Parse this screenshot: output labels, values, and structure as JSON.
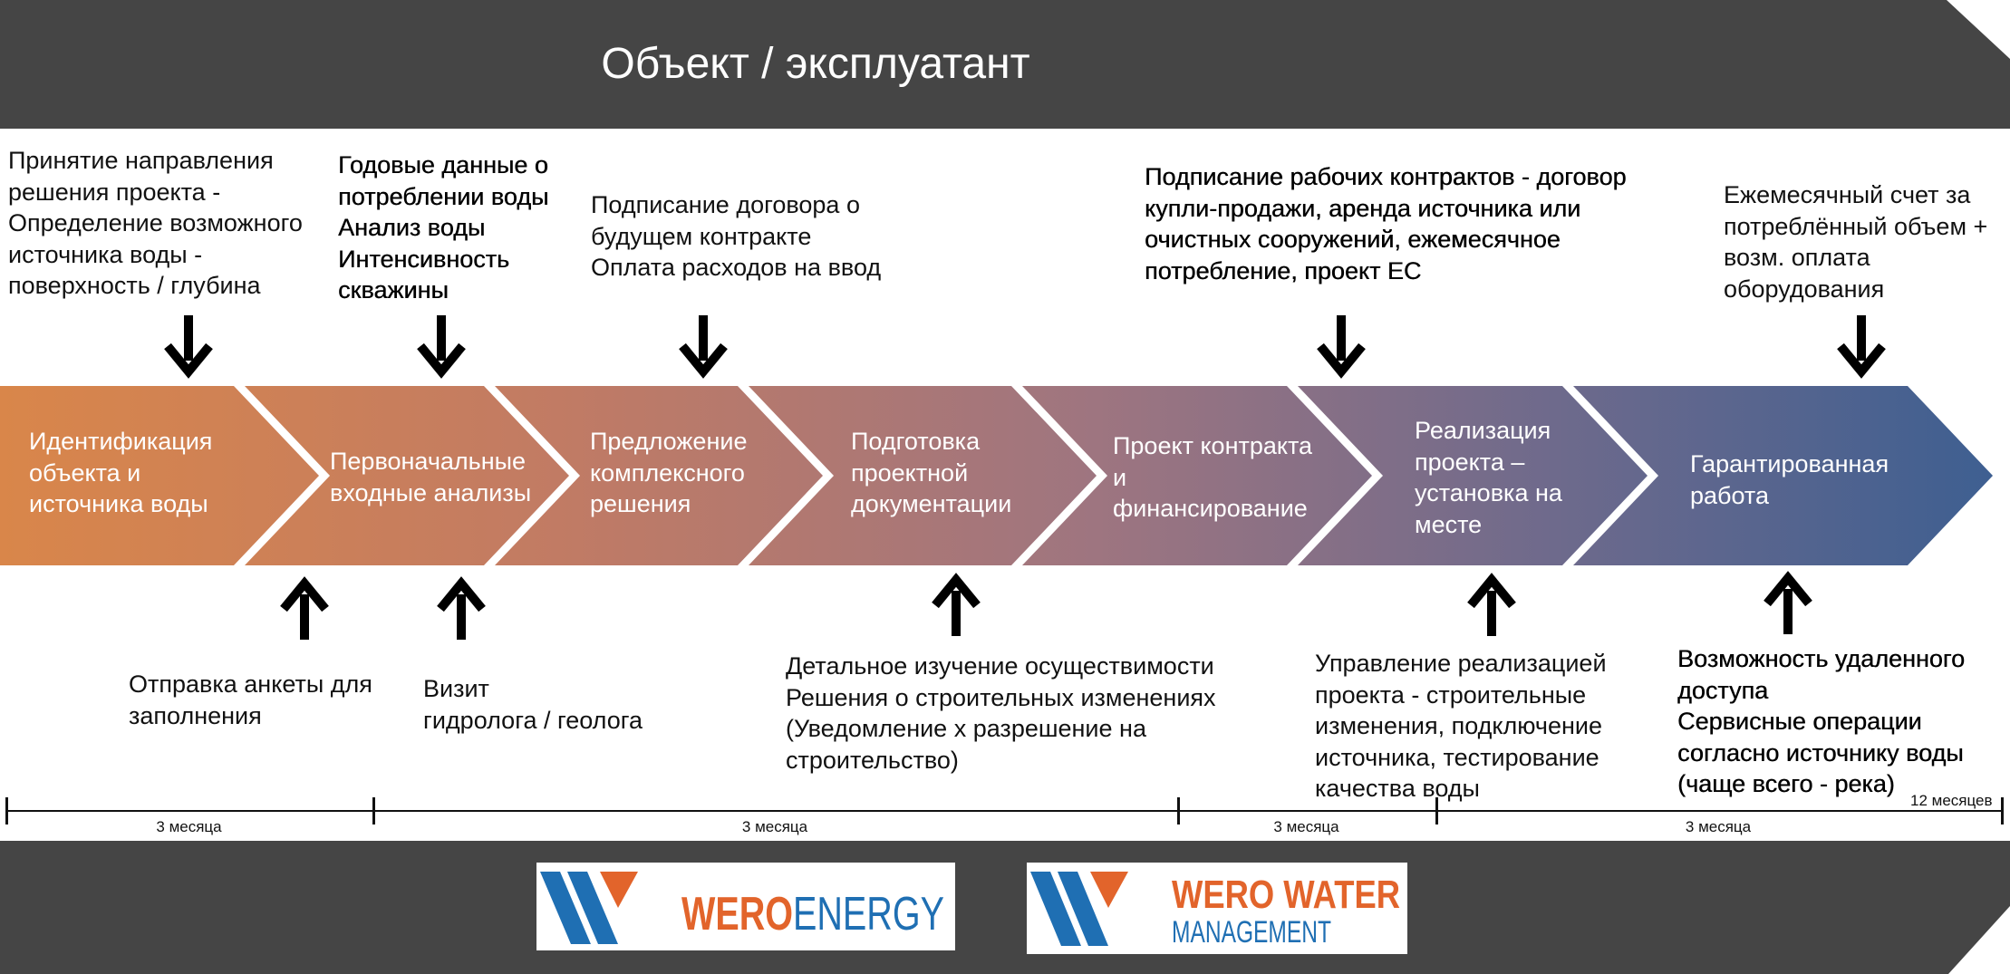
{
  "header": {
    "title": "Объект / эксплуатант"
  },
  "stages": [
    {
      "label": "Идентификация\nобъекта и\nисточника воды"
    },
    {
      "label": "Первоначальные\nвходные анализы"
    },
    {
      "label": "Предложение\nкомплексного\nрешения"
    },
    {
      "label": "Подготовка\nпроектной\nдокументации"
    },
    {
      "label": "Проект контракта\nи\nфинансирование"
    },
    {
      "label": "Реализация\nпроекта –\nустановка на\nместе"
    },
    {
      "label": "Гарантированная\nработа"
    }
  ],
  "inputs_top": [
    {
      "text": "Принятие направления\nрешения проекта -\nОпределение возможного\nисточника воды -\nповерхность / глубина"
    },
    {
      "text": "Годовые данные о\nпотреблении воды\nАнализ воды\nИнтенсивность\nскважины"
    },
    {
      "text": "Подписание договора о\nбудущем контракте\nОплата расходов на ввод"
    },
    {
      "text": "Подписание рабочих контрактов - договор\nкупли-продажи, аренда источника или\nочистных сооружений, ежемесячное\nпотребление, проект ЕС"
    },
    {
      "text": "Ежемесячный счет за\nпотреблённый объем +\nвозм. оплата\nоборудования"
    }
  ],
  "inputs_bottom": [
    {
      "text": "Отправка анкеты для\nзаполнения"
    },
    {
      "text": "Визит\nгидролога / геолога"
    },
    {
      "text": "Детальное изучение осуществимости\nРешения о строительных изменениях\n(Уведомление х разрешение на\nстроительство)"
    },
    {
      "text": "Управление реализацией\nпроекта - строительные\nизменения, подключение\nисточника, тестирование\nкачества воды"
    },
    {
      "text": "Возможность удаленного\nдоступа\nСервисные операции\nсогласно источнику воды\n(чаще всего - река)"
    }
  ],
  "timeline": {
    "durations": [
      "3 месяца",
      "3 месяца",
      "3 месяца",
      "3 месяца"
    ],
    "end_label": "12 месяцев"
  },
  "logos": {
    "wero_energy": {
      "part1": "WERO",
      "part2": "ENERGY"
    },
    "wero_water": {
      "part1": "WERO WATER",
      "part2": "MANAGEMENT"
    }
  },
  "colors": {
    "header_bg": "#454545",
    "footer_bg": "#454545",
    "stage_start": "#d9864a",
    "stage_end": "#3e5f91",
    "logo_blue": "#1f6fb3",
    "logo_orange": "#e2642b"
  }
}
